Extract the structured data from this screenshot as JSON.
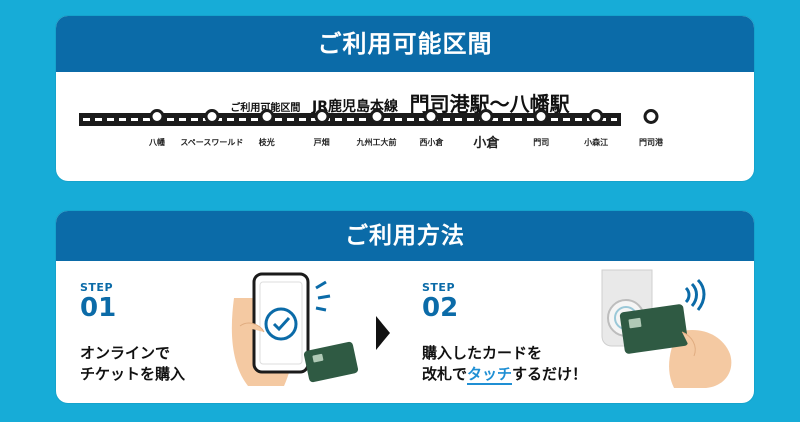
{
  "area_section": {
    "title": "ご利用可能区間",
    "route_prefix": "ご利用可能区間",
    "line_name": "JR鹿児島本線",
    "route_range": "門司港駅〜八幡駅",
    "stations": [
      {
        "name": "八幡",
        "major": false
      },
      {
        "name": "スペースワールド",
        "major": false
      },
      {
        "name": "枝光",
        "major": false
      },
      {
        "name": "戸畑",
        "major": false
      },
      {
        "name": "九州工大前",
        "major": false
      },
      {
        "name": "西小倉",
        "major": false
      },
      {
        "name": "小倉",
        "major": true
      },
      {
        "name": "門司",
        "major": false
      },
      {
        "name": "小森江",
        "major": false
      },
      {
        "name": "門司港",
        "major": false
      }
    ]
  },
  "usage_section": {
    "title": "ご利用方法",
    "step1": {
      "label": "STEP",
      "number": "01",
      "line1": "オンラインで",
      "line2": "チケットを購入"
    },
    "step2": {
      "label": "STEP",
      "number": "02",
      "line1": "購入したカードを",
      "line2_before": "改札で",
      "line2_highlight": "タッチ",
      "line2_after": "するだけ！"
    }
  },
  "colors": {
    "background": "#17acd7",
    "header": "#0b6ba8",
    "card_green": "#2f5a43"
  },
  "icons": [
    "smartphone-check-icon",
    "hand-icon",
    "ic-card-icon",
    "wireless-signal-icon",
    "ticket-gate-reader-icon",
    "arrow-right-icon"
  ]
}
